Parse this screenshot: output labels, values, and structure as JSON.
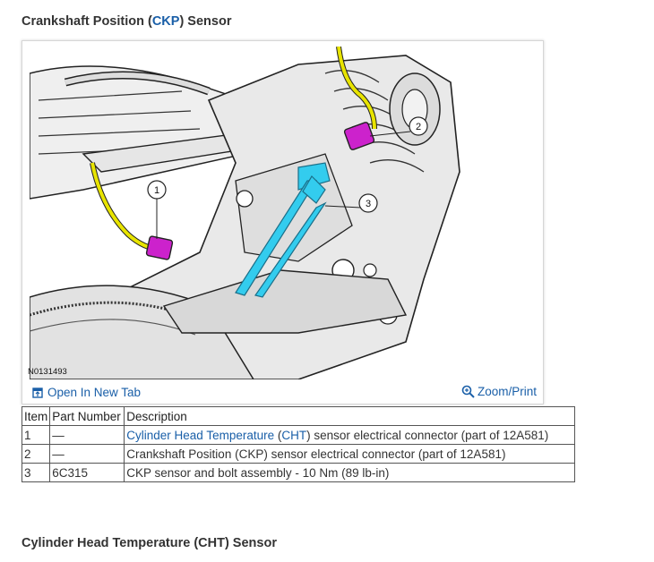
{
  "heading_top": {
    "pre": "Crankshaft Position (",
    "abbr": "CKP",
    "post": ") Sensor"
  },
  "figure": {
    "id": "N0131493",
    "callouts": [
      "1",
      "2",
      "3"
    ],
    "open_tab_label": "Open In New Tab",
    "zoom_label": "Zoom/Print",
    "colors": {
      "cable": "#e8e400",
      "connector": "#cc22cc",
      "sensor": "#33ccee"
    }
  },
  "table": {
    "headers": [
      "Item",
      "Part Number",
      "Description"
    ],
    "rows": [
      {
        "item": "1",
        "part": "—",
        "desc_link1": "Cylinder Head Temperature",
        "desc_mid": " (",
        "desc_link2": "CHT",
        "desc_rest": ") sensor electrical connector (part of 12A581)"
      },
      {
        "item": "2",
        "part": "—",
        "desc": "Crankshaft Position (CKP) sensor electrical connector (part of 12A581)"
      },
      {
        "item": "3",
        "part": "6C315",
        "desc": "CKP sensor and bolt assembly - 10 Nm (89 lb-in)"
      }
    ]
  },
  "heading_bottom": "Cylinder Head Temperature (CHT) Sensor"
}
